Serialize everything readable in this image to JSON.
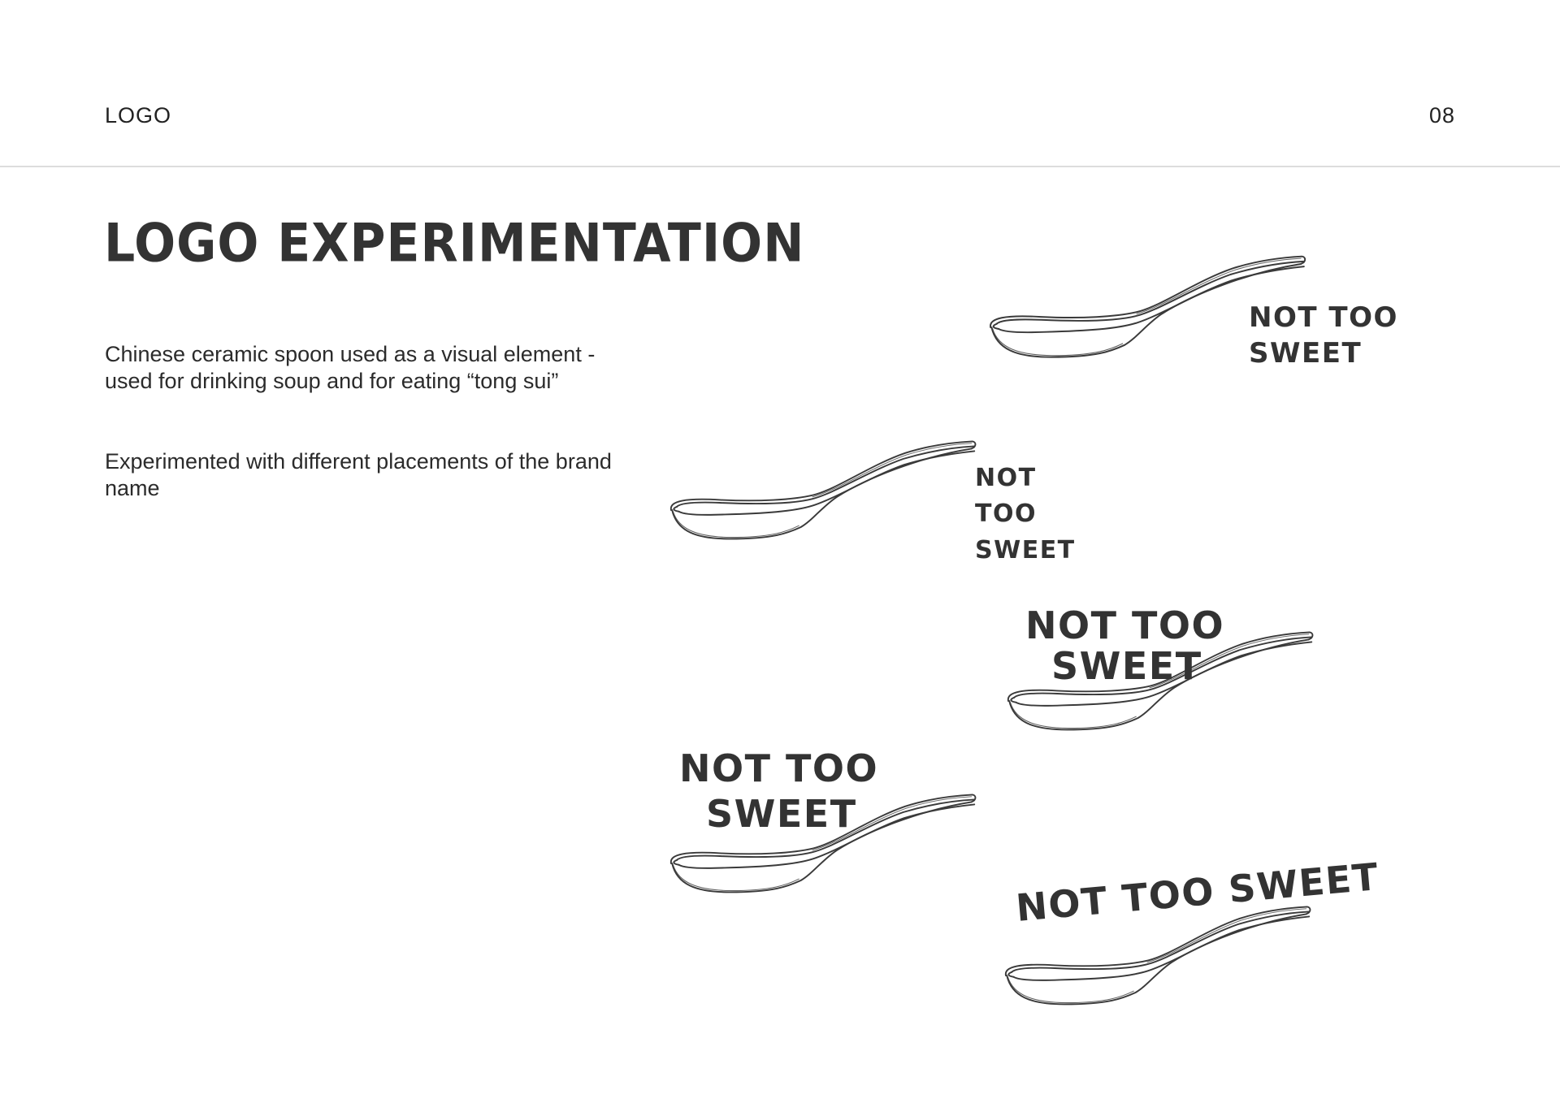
{
  "header": {
    "section": "LOGO",
    "page_number": "08"
  },
  "title": "LOGO EXPERIMENTATION",
  "description": {
    "paragraph1": "Chinese ceramic spoon used as a visual element - used for drinking soup and for eating “tong sui”",
    "paragraph2": "Experimented with different placements of the brand name"
  },
  "variants": [
    {
      "lines": [
        "NOT TOO",
        "SWEET"
      ]
    },
    {
      "lines": [
        "NOT",
        "TOO",
        "SWEET"
      ]
    },
    {
      "lines": [
        "NOT TOO",
        "SWEET"
      ]
    },
    {
      "lines": [
        "NOT TOO",
        "SWEET"
      ]
    },
    {
      "lines": [
        "NOT TOO SWEET"
      ]
    }
  ],
  "colors": {
    "ink": "#333333",
    "rule": "#dddddd",
    "background": "#ffffff"
  }
}
